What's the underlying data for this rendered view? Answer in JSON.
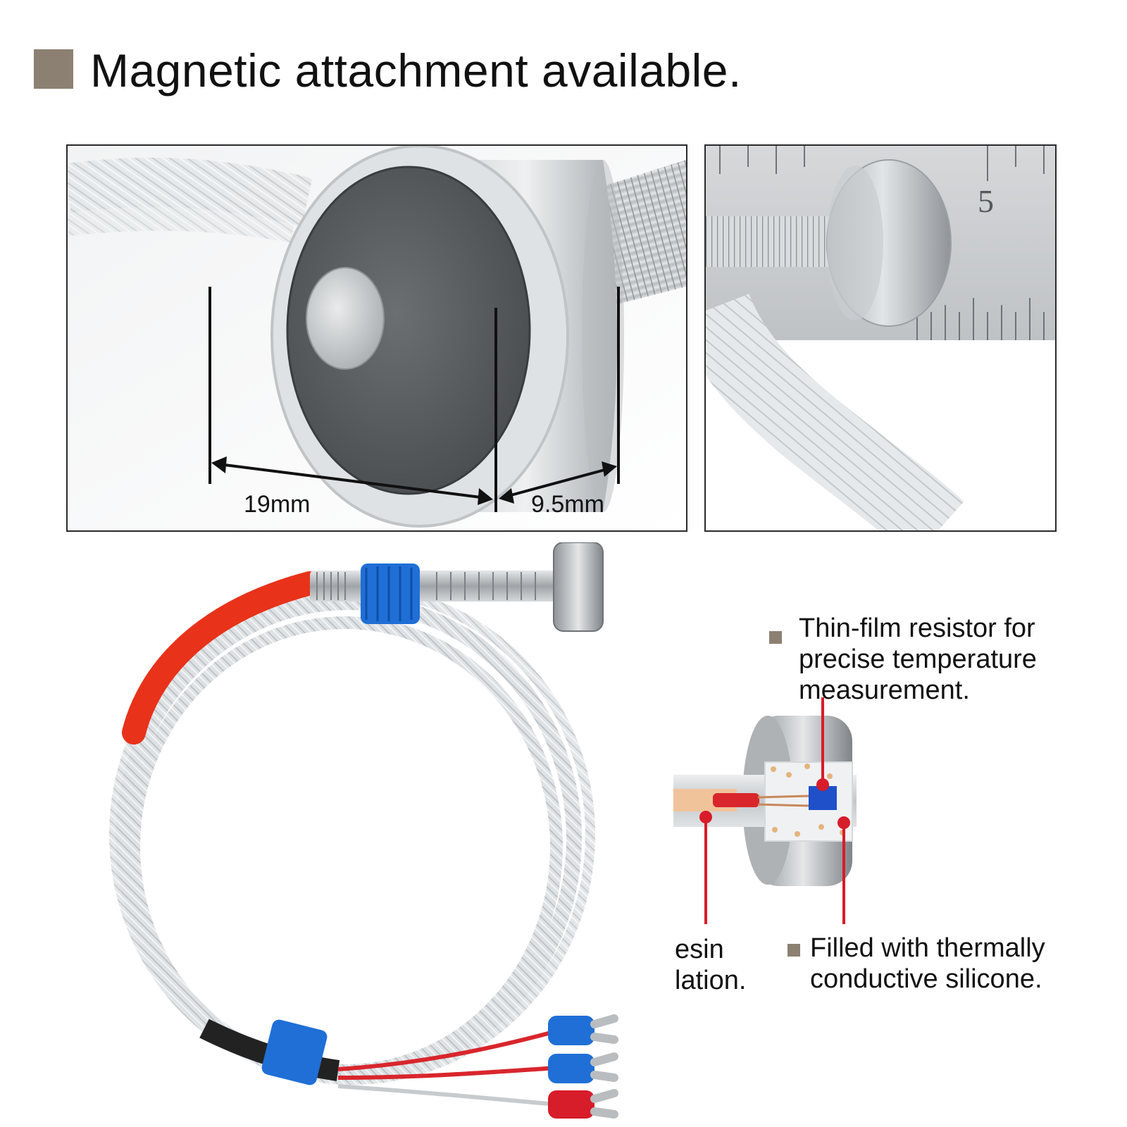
{
  "header": {
    "title": "Magnetic attachment available."
  },
  "dimensions": {
    "diameter": "19mm",
    "thickness": "9.5mm"
  },
  "callouts": {
    "thin_film": [
      "Thin-film resistor for",
      "precise temperature",
      "measurement."
    ],
    "resin": [
      "esin",
      "lation."
    ],
    "silicone": [
      "Filled with thermally",
      "conductive silicone."
    ]
  },
  "ruler": {
    "mark": "5"
  },
  "colors": {
    "bullet": "#8c8072",
    "callout_line": "#d71c2a",
    "sleeve_red": "#e8321a",
    "tie_blue": "#1f6fd6",
    "shrink_black": "#222222"
  }
}
